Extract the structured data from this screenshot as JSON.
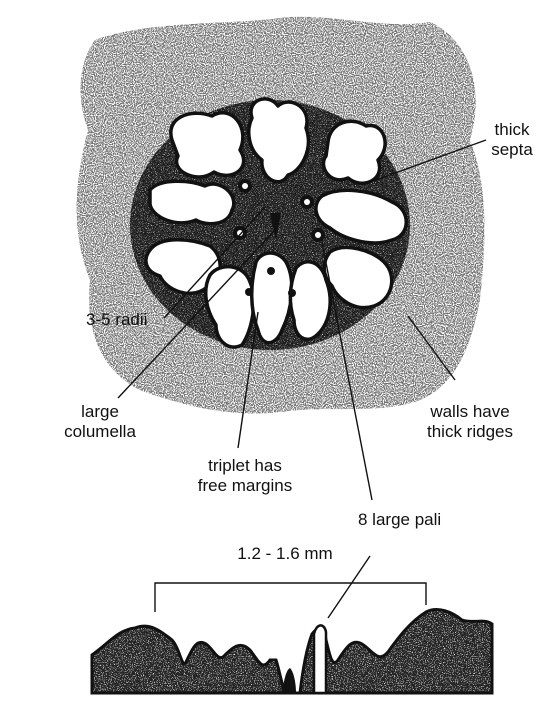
{
  "labels": {
    "thick_septa": "thick\nsepta",
    "radii": "3-5 radii",
    "columella": "large\ncolumella",
    "triplet": "triplet has\nfree margins",
    "walls": "walls have\nthick ridges",
    "pali": "8 large pali",
    "dimension": "1.2 - 1.6 mm"
  },
  "colors": {
    "ink": "#111111",
    "paper": "#ffffff"
  }
}
